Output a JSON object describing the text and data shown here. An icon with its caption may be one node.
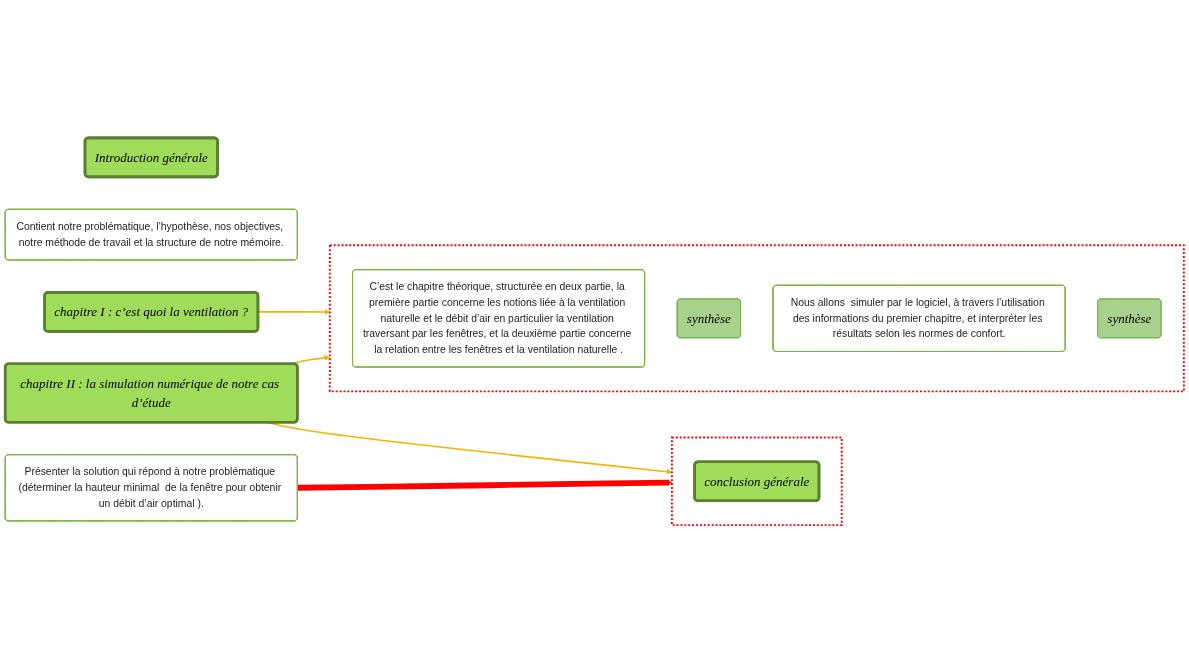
{
  "diagram": {
    "nodes": [
      {
        "text": [
          "Introduction générale"
        ]
      },
      {
        "text": [
          "Contient notre problématique, l’hypothèse, nos objectives, notre méthode de travail et la structure de notre mémoire."
        ]
      },
      {
        "text": [
          "chapitre I : c’est quoi la ventilation ?"
        ]
      },
      {
        "text": [],
        "shape": "box"
      },
      {
        "text": [
          "C’est le chapitre théorique, structurée en deux partie, la première partie concerne les notions liée à la ventilation naturelle et le débit d’air en particulier la ventilation traversant par les fenêtres, et la deuxième partie concerne la relation entre les fenêtres et la ventilation naturelle ."
        ],
        "in": 3
      },
      {
        "text": [
          "synthèse"
        ],
        "in": 3
      },
      {
        "text": [
          "chapitre II : la simulation numérique de notre cas d’étude"
        ]
      },
      {
        "text": [
          "Nous allons  simuler par le logiciel, à travers l’utilisation des informations du premier chapitre, et interpréter les résultats selon les normes de confort."
        ],
        "in": 3
      },
      {
        "text": [
          "synthèse"
        ],
        "in": 3
      },
      {
        "text": [
          "Présenter la solution qui répond à notre problématique (déterminer la hauteur minimal  de la fenêtre pour obtenir un débit d’air optimal )."
        ]
      },
      {
        "text": [],
        "shape": "box"
      },
      {
        "text": [
          "conclusion générale"
        ],
        "in": 10
      }
    ],
    "edges": [
      {
        "from": 2,
        "to": 3,
        "arrow": "to"
      },
      {
        "from": 6,
        "to": 3,
        "arrow": "to"
      },
      {
        "from": 6,
        "to": 10,
        "arrow": "to"
      },
      {
        "from": 9,
        "to": 10,
        "arrow": "to",
        "style": "thick",
        "color": "#ff0000"
      }
    ]
  }
}
